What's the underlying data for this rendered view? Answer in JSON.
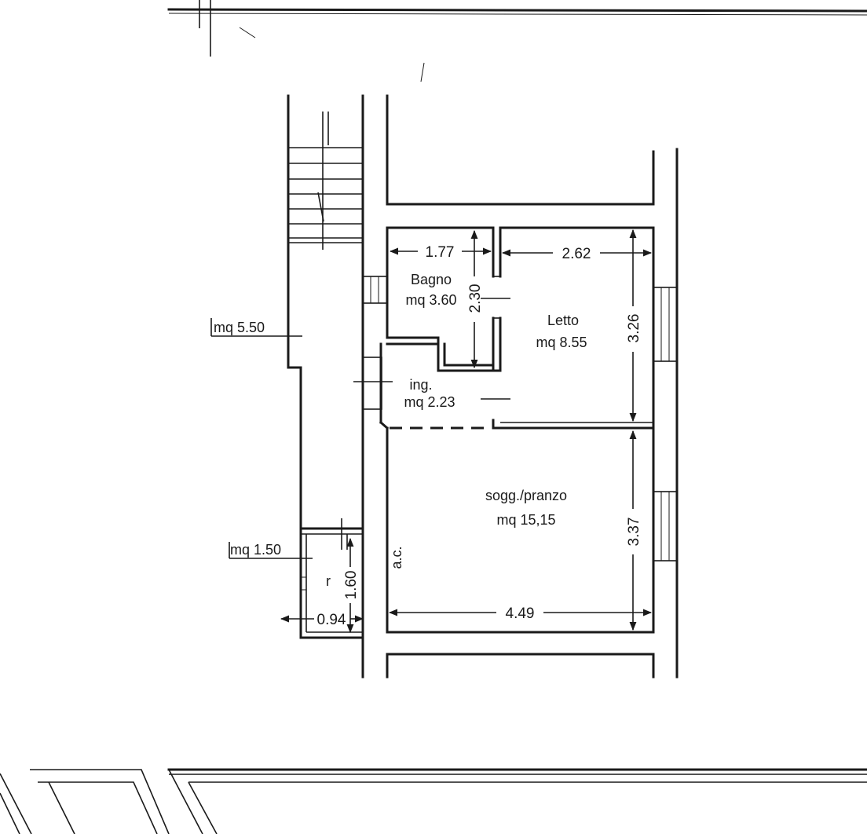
{
  "rooms": {
    "bagno": {
      "name": "Bagno",
      "area": "mq 3.60"
    },
    "letto": {
      "name": "Letto",
      "area": "mq 8.55"
    },
    "ingresso": {
      "name": "ing.",
      "area": "mq 2.23"
    },
    "soggiorno": {
      "name": "sogg./pranzo",
      "area": "mq 15,15"
    },
    "ripostiglio": {
      "name": "r"
    },
    "corridoio": {
      "area": "mq 5.50"
    },
    "balcone": {
      "area": "mq 1.50"
    }
  },
  "dimensions": {
    "bagno_width": "1.77",
    "bagno_height": "2.30",
    "letto_width": "2.62",
    "letto_height": "3.26",
    "soggiorno_width": "4.49",
    "soggiorno_height": "3.37",
    "ripostiglio_width": "0.94",
    "ripostiglio_height": "1.60"
  },
  "annotations": {
    "ac": "a.c."
  }
}
